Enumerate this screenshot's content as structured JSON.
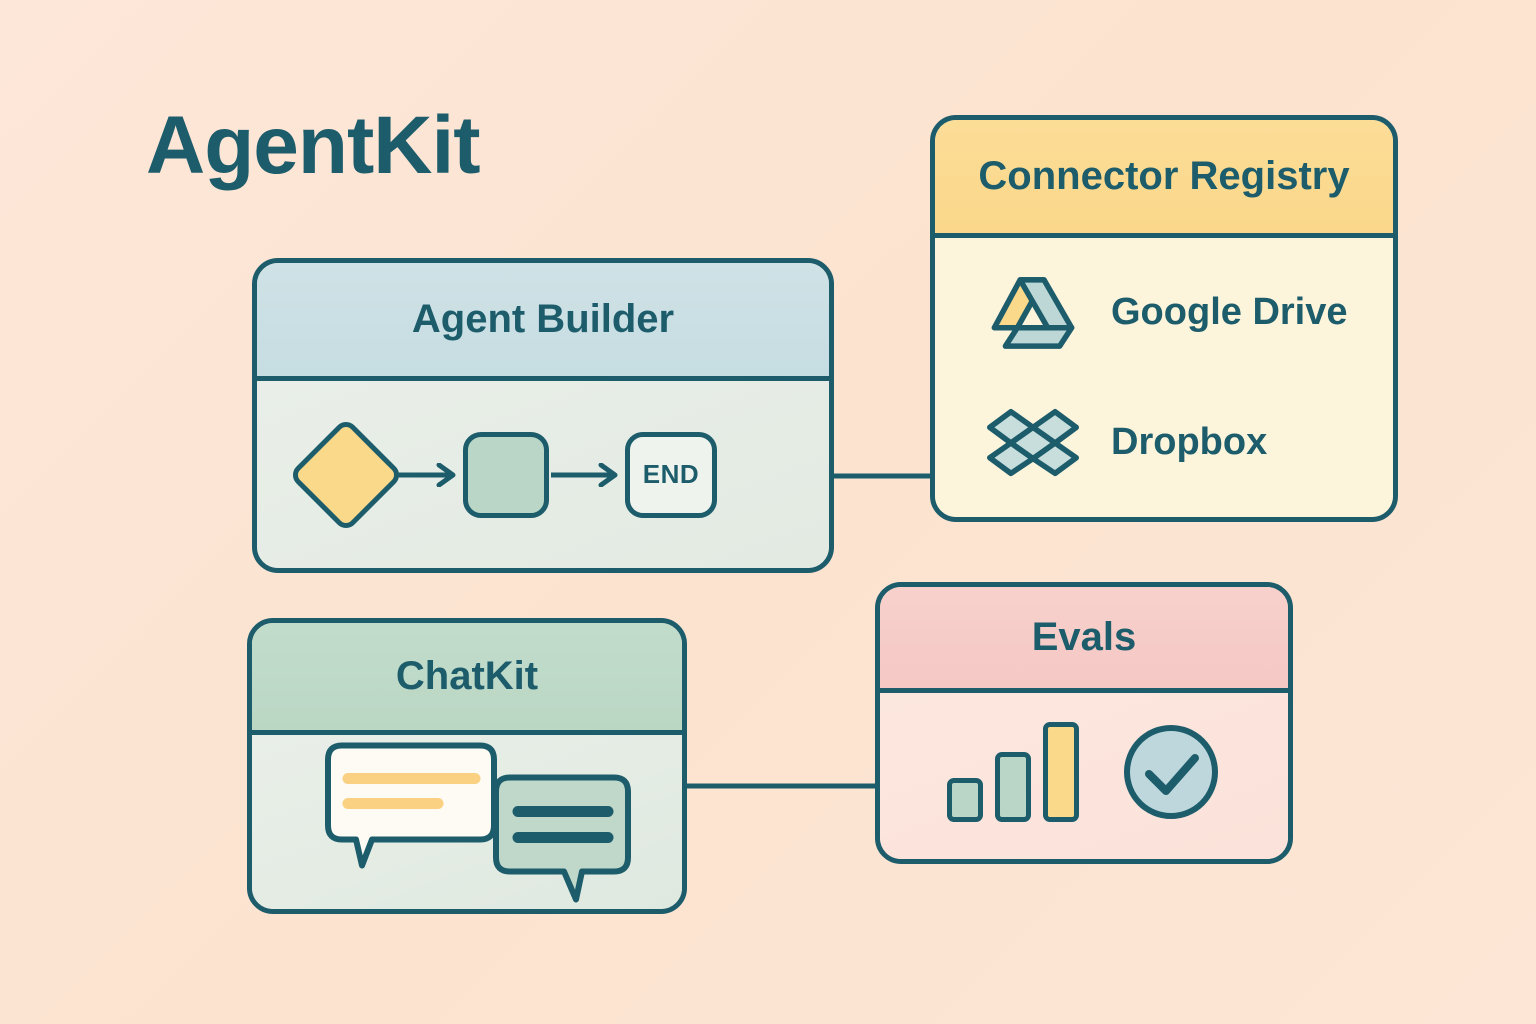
{
  "page": {
    "title": "AgentKit",
    "background_color": "#FCE4D2",
    "accent_color": "#1C5C6B"
  },
  "cards": {
    "agent_builder": {
      "title": "Agent Builder",
      "header_color": "#CFE2E6",
      "body_color": "#E9EFE8",
      "flow": {
        "nodes": [
          {
            "name": "decision-diamond",
            "shape": "diamond",
            "color": "#FAD98B",
            "label": ""
          },
          {
            "name": "process-node",
            "shape": "rounded-square",
            "color": "#B9D6C6",
            "label": ""
          },
          {
            "name": "end-node",
            "shape": "rounded-square",
            "color": "#EFF3EE",
            "label": "END"
          }
        ]
      }
    },
    "connector_registry": {
      "title": "Connector Registry",
      "header_color": "#FAD78A",
      "body_color": "#FDF4DC",
      "items": [
        {
          "label": "Google Drive",
          "icon": "google-drive-icon"
        },
        {
          "label": "Dropbox",
          "icon": "dropbox-icon"
        }
      ]
    },
    "chatkit": {
      "title": "ChatKit",
      "header_color": "#BAD7C4",
      "body_color": "#E9EFE8",
      "bubbles": [
        {
          "name": "outgoing-bubble",
          "fill": "#FDFBF3",
          "line_color": "#FAD182",
          "lines": 2
        },
        {
          "name": "incoming-bubble",
          "fill": "#BFD8C9",
          "line_color": "#1C5C6B",
          "lines": 2
        }
      ]
    },
    "evals": {
      "title": "Evals",
      "header_color": "#F5C8C4",
      "body_color": "#FCE7DE",
      "bars": [
        {
          "name": "bar-small",
          "color": "#B9D6C6",
          "height": 44
        },
        {
          "name": "bar-medium",
          "color": "#B9D6C6",
          "height": 70
        },
        {
          "name": "bar-large",
          "color": "#FAD98B",
          "height": 100
        }
      ],
      "status": {
        "name": "check-circle-icon",
        "fill": "#BDD7DC",
        "state": "pass"
      }
    }
  },
  "connectors": [
    {
      "name": "agent-builder-to-connector-registry",
      "from": "agent_builder",
      "to": "connector_registry"
    },
    {
      "name": "chatkit-to-evals",
      "from": "chatkit",
      "to": "evals"
    }
  ]
}
